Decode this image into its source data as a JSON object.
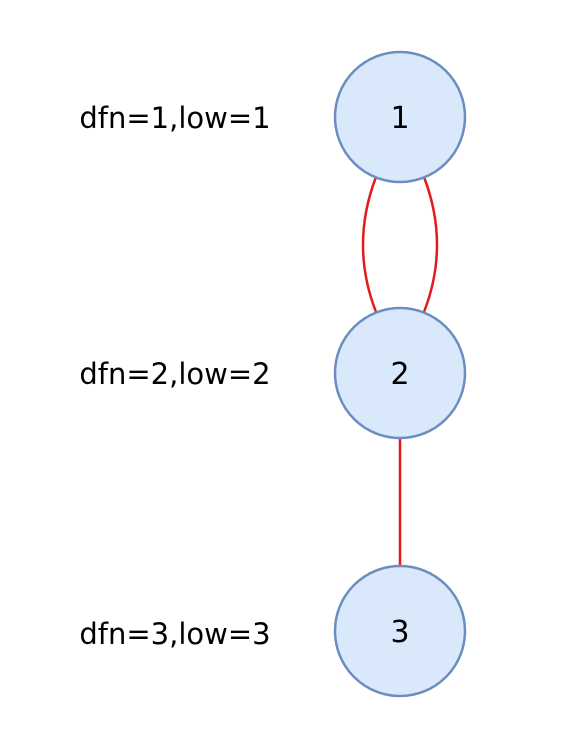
{
  "colors": {
    "node_fill": "#dae8fc",
    "node_stroke": "#6c8ebf",
    "edge": "#e31a1c"
  },
  "nodes": [
    {
      "id": "1",
      "label": "1",
      "annotation": "dfn=1,low=1"
    },
    {
      "id": "2",
      "label": "2",
      "annotation": "dfn=2,low=2"
    },
    {
      "id": "3",
      "label": "3",
      "annotation": "dfn=3,low=3"
    }
  ],
  "edges": [
    {
      "from": "1",
      "to": "2"
    },
    {
      "from": "1",
      "to": "2"
    },
    {
      "from": "2",
      "to": "3"
    }
  ]
}
